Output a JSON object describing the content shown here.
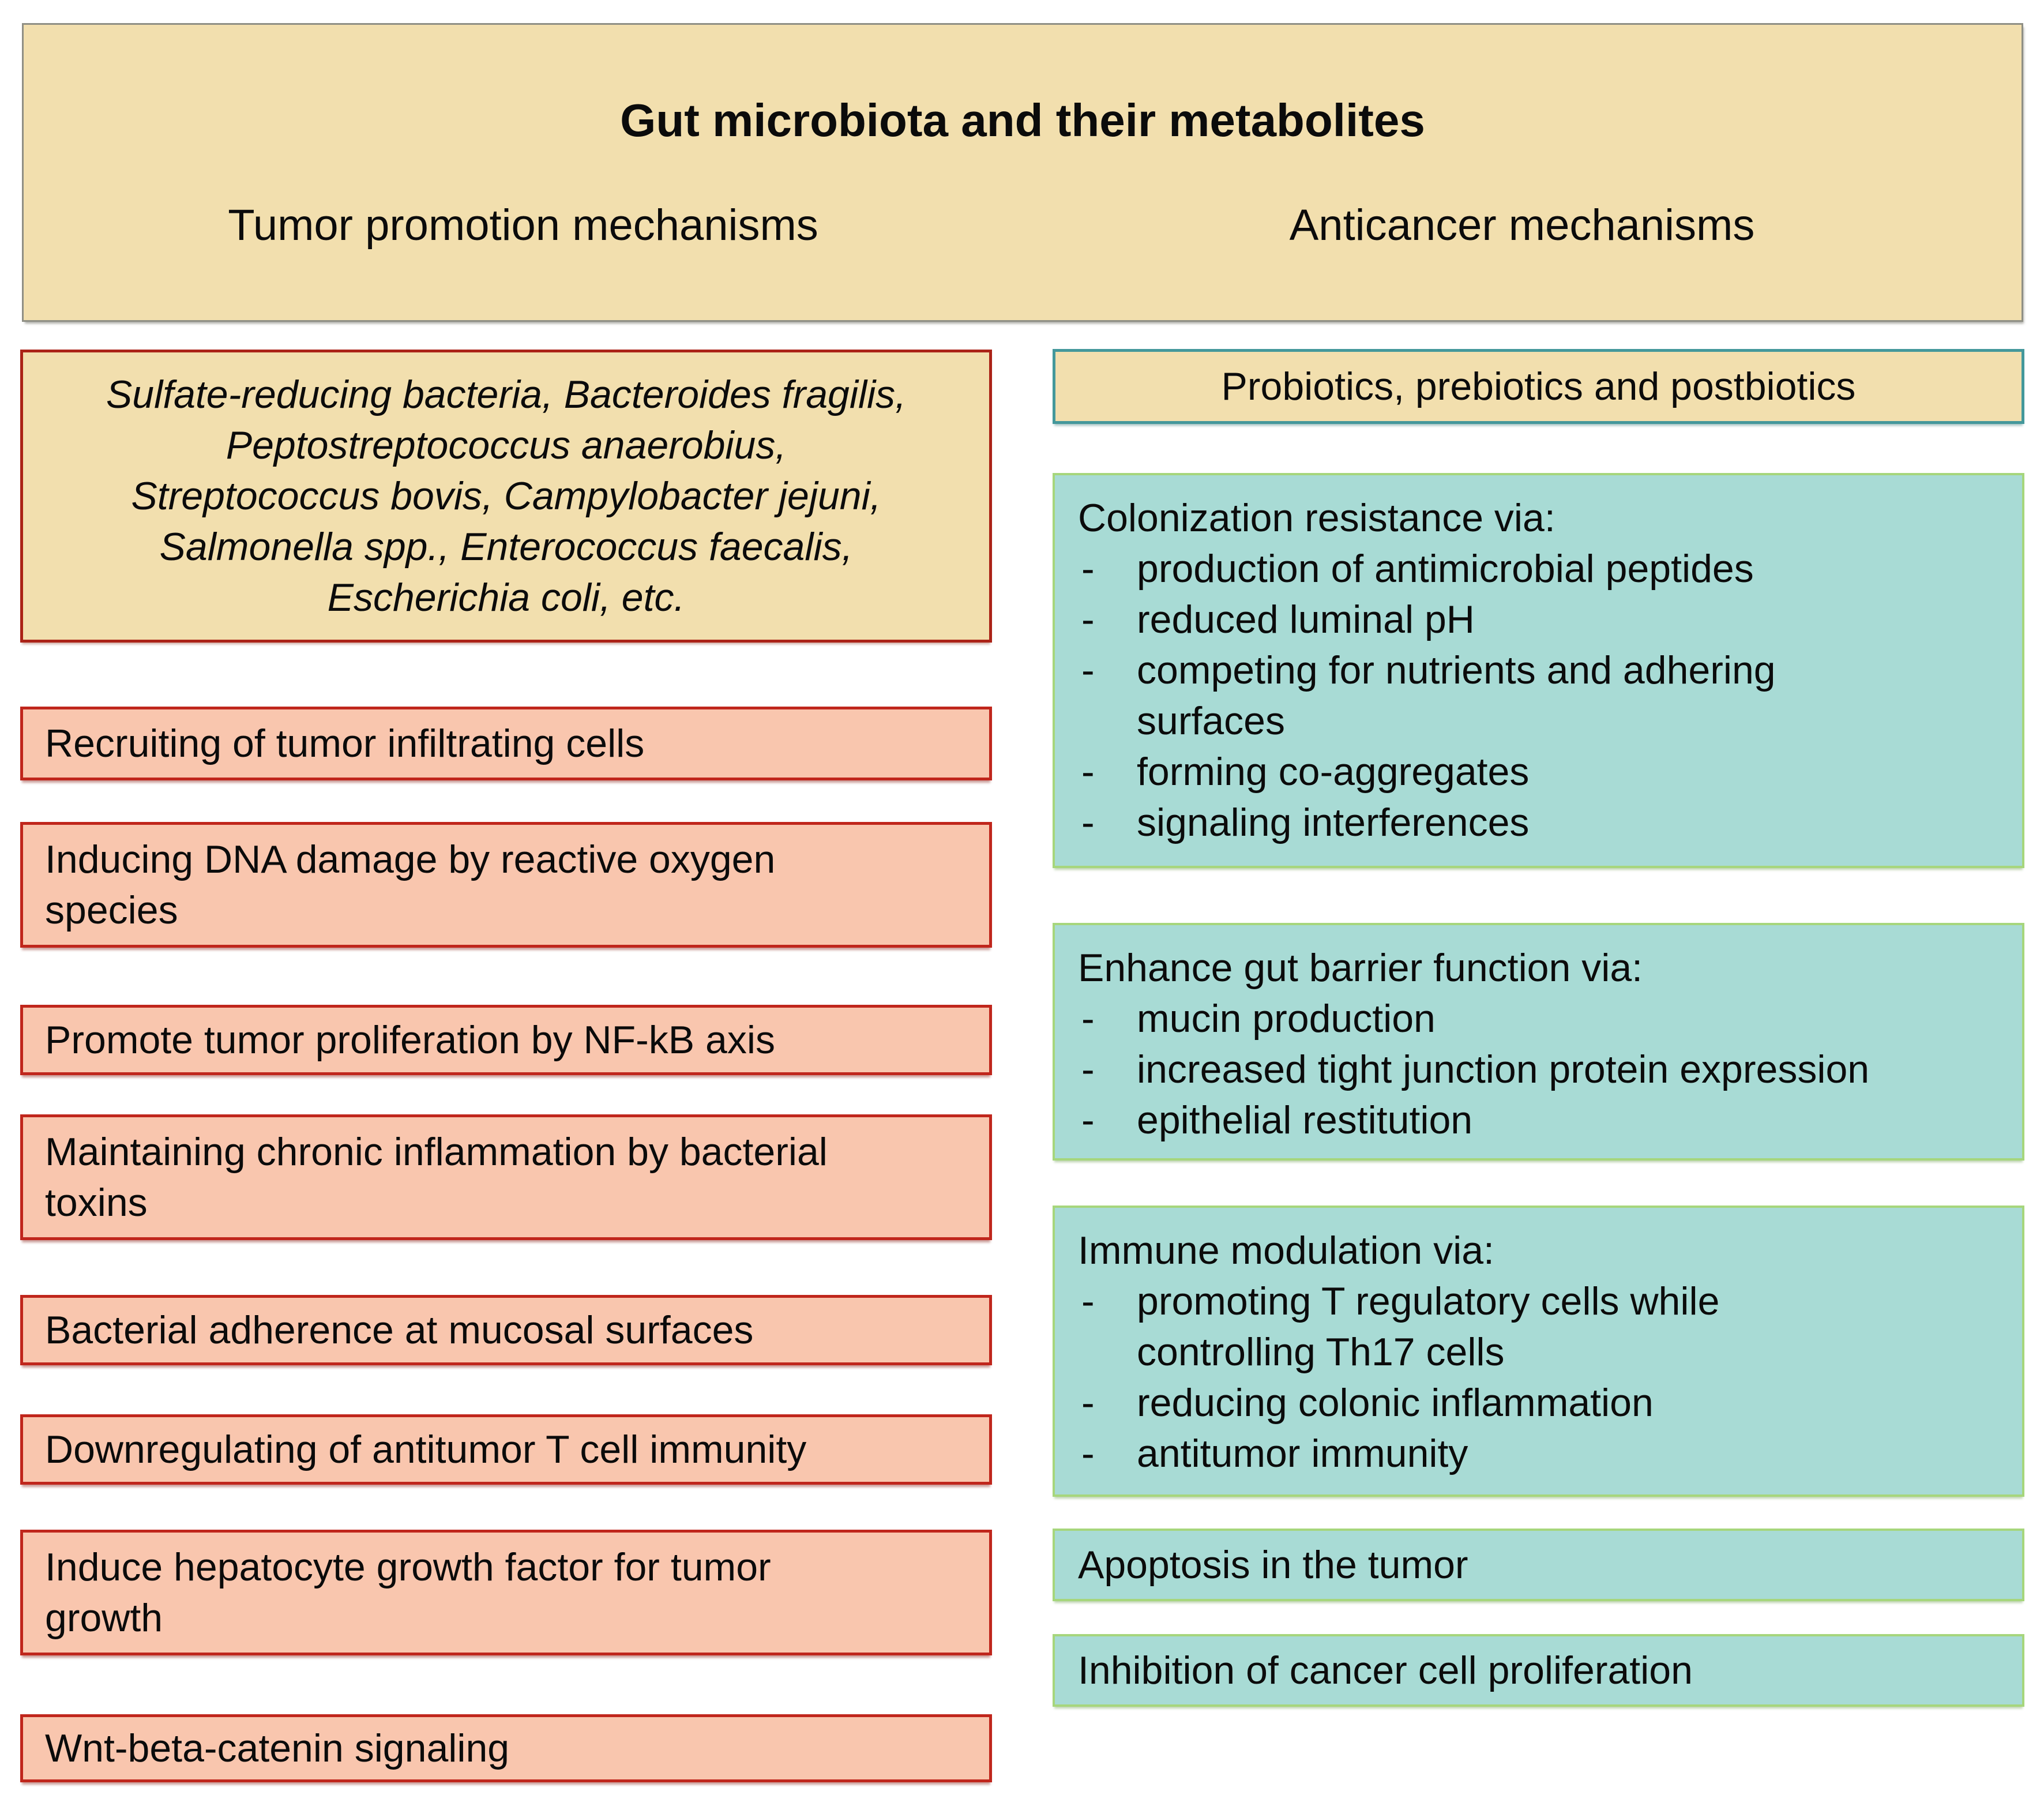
{
  "header": {
    "title": "Gut microbiota and their metabolites",
    "columns": {
      "left": "Tumor promotion mechanisms",
      "right": "Anticancer mechanisms"
    }
  },
  "tumor_promotion": {
    "bacteria_lines": [
      "Sulfate-reducing bacteria, Bacteroides fragilis,",
      "Peptostreptococcus anaerobius,",
      "Streptococcus bovis, Campylobacter jejuni,",
      "Salmonella spp., Enterococcus faecalis,",
      "Escherichia coli, etc."
    ],
    "mechanisms": [
      "Recruiting of tumor infiltrating cells",
      "Inducing DNA damage by reactive oxygen species",
      "Promote tumor proliferation by NF-kB axis",
      "Maintaining chronic inflammation by bacterial toxins",
      "Bacterial adherence at mucosal surfaces",
      "Downregulating of antitumor T cell immunity",
      "Induce hepatocyte growth factor for tumor growth",
      "Wnt-beta-catenin signaling"
    ]
  },
  "anticancer": {
    "intervention": "Probiotics, prebiotics and postbiotics",
    "bullet_marker": "-",
    "groups": [
      {
        "heading": "Colonization resistance via:",
        "bullets": [
          "production of antimicrobial peptides",
          "reduced luminal pH",
          "competing for nutrients and adhering surfaces",
          "forming co-aggregates",
          "signaling interferences"
        ]
      },
      {
        "heading": "Enhance gut barrier function via:",
        "bullets": [
          "mucin production",
          "increased tight junction protein expression",
          "epithelial restitution"
        ]
      },
      {
        "heading": "Immune modulation via:",
        "bullets": [
          "promoting T regulatory cells while controlling Th17 cells",
          "reducing colonic inflammation",
          "antitumor immunity"
        ]
      }
    ],
    "outcomes": [
      "Apoptosis in the tumor",
      "Inhibition of cancer cell proliferation"
    ]
  },
  "colors": {
    "panel_tan": "#f2dfae",
    "panel_border_gray": "#8f8f85",
    "promotion_box_fill": "#f9c6ae",
    "promotion_box_border": "#c0261c",
    "bacteria_box_border": "#ab2317",
    "anticancer_box_fill": "#a8dbd5",
    "anticancer_box_border": "#a6d67c",
    "probiotics_box_border": "#44989b",
    "text": "#000000"
  }
}
